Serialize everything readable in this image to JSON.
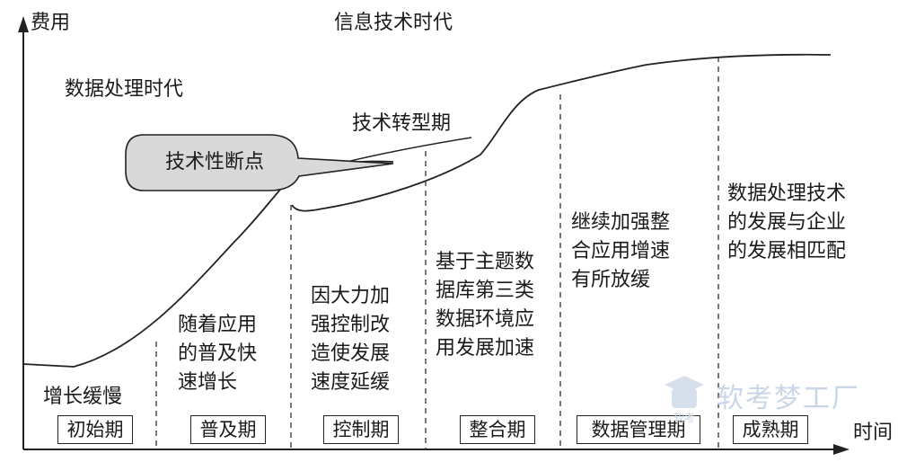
{
  "axis": {
    "y_label": "费用",
    "x_label": "时间"
  },
  "eras": {
    "info_tech": "信息技术时代",
    "data_processing": "数据处理时代"
  },
  "annotations": {
    "tech_transition": "技术转型期",
    "tech_breakpoint": "技术性断点"
  },
  "stages": [
    {
      "name": "初始期",
      "desc": [
        "增长缓慢"
      ]
    },
    {
      "name": "普及期",
      "desc": [
        "随着应用",
        "的普及快",
        "速增长"
      ]
    },
    {
      "name": "控制期",
      "desc": [
        "因大力加",
        "强控制改",
        "造使发展",
        "速度延缓"
      ]
    },
    {
      "name": "整合期",
      "desc": [
        "基于主题数",
        "据库第三类",
        "数据环境应",
        "用发展加速"
      ]
    },
    {
      "name": "数据管理期",
      "desc": [
        "继续加强整",
        "合应用增速",
        "有所放缓"
      ]
    },
    {
      "name": "成熟期",
      "desc": [
        "数据处理技术",
        "的发展与企业",
        "的发展相匹配"
      ]
    }
  ],
  "watermark": {
    "text": "软考梦工厂",
    "badge": "软考"
  }
}
